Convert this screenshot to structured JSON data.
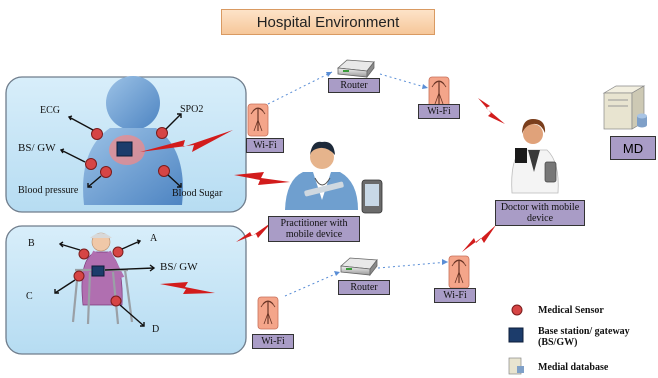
{
  "title": "Hospital Environment",
  "patient1": {
    "sensors": {
      "ecg": "ECG",
      "spo2": "SPO2",
      "bsgw": "BS/ GW",
      "blood_pressure": "Blood pressure",
      "blood_sugar": "Blood Sugar"
    }
  },
  "patient2": {
    "sensors": {
      "a": "A",
      "b": "B",
      "c": "C",
      "d": "D",
      "bsgw": "BS/ GW"
    }
  },
  "network": {
    "wifi": "Wi-Fi",
    "router": "Router",
    "practitioner": "Practitioner with mobile device",
    "doctor": "Doctor with mobile device",
    "md": "MD"
  },
  "legend": {
    "medical_sensor": "Medical Sensor",
    "base_station": "Base station/ gateway (BS/GW)",
    "medial_database": "Medial database"
  },
  "colors": {
    "patient_panel": "#c9e7f7",
    "sensor": "#d64545",
    "gateway": "#1c3c6b",
    "label_box": "#a99cc6",
    "lightning": "#d21c1c"
  }
}
